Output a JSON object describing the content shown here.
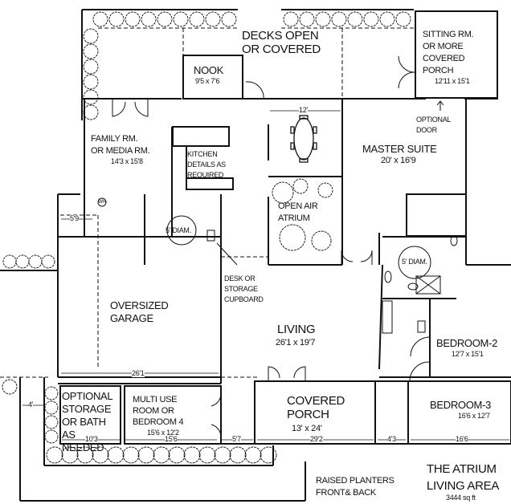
{
  "title": "THE ATRIUM",
  "subtitle": "LIVING AREA",
  "area": "3444 sq ft",
  "rooms": {
    "decks": [
      "DECKS OPEN",
      "OR COVERED"
    ],
    "nook": {
      "name": "NOOK",
      "dims": "9'5 x 7'6"
    },
    "sitting": {
      "lines": [
        "SITTING RM.",
        "OR MORE",
        "COVERED",
        "PORCH"
      ],
      "dims": "12'11 x 15'1"
    },
    "optional_door": [
      "OPTIONAL",
      "DOOR"
    ],
    "family": {
      "lines": [
        "FAMILY RM.",
        "OR MEDIA RM."
      ],
      "dims": "14'3 x 15'8"
    },
    "kitchen": [
      "KITCHEN",
      "DETAILS AS",
      "REQUIRED"
    ],
    "master": {
      "name": "MASTER SUITE",
      "dims": "20' x 16'9"
    },
    "atrium": [
      "OPEN AIR",
      "ATRIUM"
    ],
    "diam1": "5' DIAM.",
    "diam2": "5' DIAM.",
    "wh": "WH",
    "desk": [
      "DESK OR",
      "STORAGE",
      "CUPBOARD"
    ],
    "garage": [
      "OVERSIZED",
      "GARAGE"
    ],
    "living": {
      "name": "LIVING",
      "dims": "26'1 x 19'7"
    },
    "bedroom2": {
      "name": "BEDROOM-2",
      "dims": "12'7 x 15'1"
    },
    "optional_storage": [
      "OPTIONAL",
      "STORAGE",
      "OR BATH",
      "AS",
      "NEEDED"
    ],
    "multi": {
      "lines": [
        "MULTI USE",
        "ROOM OR",
        "BEDROOM 4"
      ],
      "dims": "15'6 x 12'2"
    },
    "porch": {
      "lines": [
        "COVERED",
        "PORCH"
      ],
      "dims": "13' x 24'"
    },
    "bedroom3": {
      "name": "BEDROOM-3",
      "dims": "16'6 x 12'7"
    },
    "planters": [
      "RAISED PLANTERS",
      "FRONT& BACK"
    ]
  },
  "dimensions": {
    "dining": "12'",
    "hall": "5'9",
    "garage_width": "26'1",
    "side": "4'",
    "storage_width": "10'3",
    "multi_width": "15'6",
    "entry": "5'7",
    "porch_width": "29'2",
    "hall2": "4'3",
    "bed3_width": "16'6"
  }
}
